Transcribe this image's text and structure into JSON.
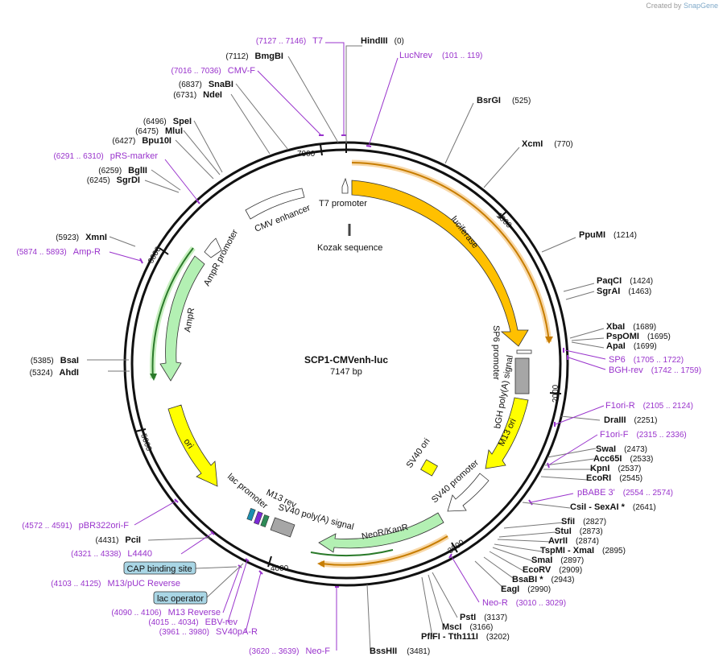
{
  "watermark": {
    "prefix": "Created by",
    "brand": "SnapGene"
  },
  "plasmid": {
    "name": "SCP1-CMVenh-luc",
    "size_label": "7147 bp"
  },
  "ticks": [
    "1000",
    "2000",
    "3000",
    "4000",
    "5000",
    "6000",
    "7000"
  ],
  "feature_labels": {
    "luciferase": "luciferase",
    "sp6_promoter": "SP6 promoter",
    "bgh": "bGH poly(A) signal",
    "m13_ori": "M13 ori",
    "sv40_ori": "SV40 ori",
    "sv40_promoter": "SV40 promoter",
    "neo": "NeoR/KanR",
    "sv40_polya": "SV40 poly(A) signal",
    "m13_rev": "M13 rev",
    "lac_promoter": "lac promoter",
    "ori": "ori",
    "ampr": "AmpR",
    "ampr_promoter": "AmpR promoter",
    "cmv_enhancer": "CMV enhancer",
    "t7_promoter": "T7 promoter",
    "kozak": "Kozak sequence"
  },
  "boxes": {
    "cap": "CAP binding site",
    "lac_operator": "lac operator"
  },
  "enzymes": [
    {
      "name": "HindIII",
      "pos": "(0)"
    },
    {
      "name": "BsrGI",
      "pos": "(525)"
    },
    {
      "name": "XcmI",
      "pos": "(770)"
    },
    {
      "name": "PpuMI",
      "pos": "(1214)"
    },
    {
      "name": "PaqCI",
      "pos": "(1424)"
    },
    {
      "name": "SgrAI",
      "pos": "(1463)"
    },
    {
      "name": "XbaI",
      "pos": "(1689)"
    },
    {
      "name": "PspOMI",
      "pos": "(1695)"
    },
    {
      "name": "ApaI",
      "pos": "(1699)"
    },
    {
      "name": "DraIII",
      "pos": "(2251)"
    },
    {
      "name": "SwaI",
      "pos": "(2473)"
    },
    {
      "name": "Acc65I",
      "pos": "(2533)"
    },
    {
      "name": "KpnI",
      "pos": "(2537)"
    },
    {
      "name": "EcoRI",
      "pos": "(2545)"
    },
    {
      "name": "CsiI - SexAI *",
      "pos": "(2641)"
    },
    {
      "name": "SfiI",
      "pos": "(2827)"
    },
    {
      "name": "StuI",
      "pos": "(2873)"
    },
    {
      "name": "AvrII",
      "pos": "(2874)"
    },
    {
      "name": "TspMI - XmaI",
      "pos": "(2895)"
    },
    {
      "name": "SmaI",
      "pos": "(2897)"
    },
    {
      "name": "EcoRV",
      "pos": "(2909)"
    },
    {
      "name": "BsaBI *",
      "pos": "(2943)"
    },
    {
      "name": "EagI",
      "pos": "(2990)"
    },
    {
      "name": "PstI",
      "pos": "(3137)"
    },
    {
      "name": "MscI",
      "pos": "(3166)"
    },
    {
      "name": "PflFI - Tth111I",
      "pos": "(3202)"
    },
    {
      "name": "BssHII",
      "pos": "(3481)"
    },
    {
      "name": "PciI",
      "pos": "(4431)"
    },
    {
      "name": "AhdI",
      "pos": "(5324)"
    },
    {
      "name": "BsaI",
      "pos": "(5385)"
    },
    {
      "name": "XmnI",
      "pos": "(5923)"
    },
    {
      "name": "SgrDI",
      "pos": "(6245)"
    },
    {
      "name": "BglII",
      "pos": "(6259)"
    },
    {
      "name": "Bpu10I",
      "pos": "(6427)"
    },
    {
      "name": "MluI",
      "pos": "(6475)"
    },
    {
      "name": "SpeI",
      "pos": "(6496)"
    },
    {
      "name": "NdeI",
      "pos": "(6731)"
    },
    {
      "name": "SnaBI",
      "pos": "(6837)"
    },
    {
      "name": "BmgBI",
      "pos": "(7112)"
    }
  ],
  "primers": [
    {
      "name": "T7",
      "range": "(7127 .. 7146)"
    },
    {
      "name": "LucNrev",
      "range": "(101 .. 119)"
    },
    {
      "name": "CMV-F",
      "range": "(7016 .. 7036)"
    },
    {
      "name": "pRS-marker",
      "range": "(6291 .. 6310)"
    },
    {
      "name": "Amp-R",
      "range": "(5874 .. 5893)"
    },
    {
      "name": "SP6",
      "range": "(1705 .. 1722)"
    },
    {
      "name": "BGH-rev",
      "range": "(1742 .. 1759)"
    },
    {
      "name": "F1ori-R",
      "range": "(2105 .. 2124)"
    },
    {
      "name": "F1ori-F",
      "range": "(2315 .. 2336)"
    },
    {
      "name": "pBABE 3'",
      "range": "(2554 .. 2574)"
    },
    {
      "name": "Neo-R",
      "range": "(3010 .. 3029)"
    },
    {
      "name": "Neo-F",
      "range": "(3620 .. 3639)"
    },
    {
      "name": "SV40pA-R",
      "range": "(3961 .. 3980)"
    },
    {
      "name": "EBV-rev",
      "range": "(4015 .. 4034)"
    },
    {
      "name": "M13 Reverse",
      "range": "(4090 .. 4106)"
    },
    {
      "name": "M13/pUC Reverse",
      "range": "(4103 .. 4125)"
    },
    {
      "name": "L4440",
      "range": "(4321 .. 4338)"
    },
    {
      "name": "pBR322ori-F",
      "range": "(4572 .. 4591)"
    }
  ],
  "colors": {
    "enzyme": "#000000",
    "primer": "#9933cc",
    "luciferase": "#ffc000",
    "marker": "#b3f0b3",
    "promoter": "#ffffff",
    "ori": "#ffff00",
    "polya": "#a6a6a6",
    "box": "#a9d6e5"
  }
}
